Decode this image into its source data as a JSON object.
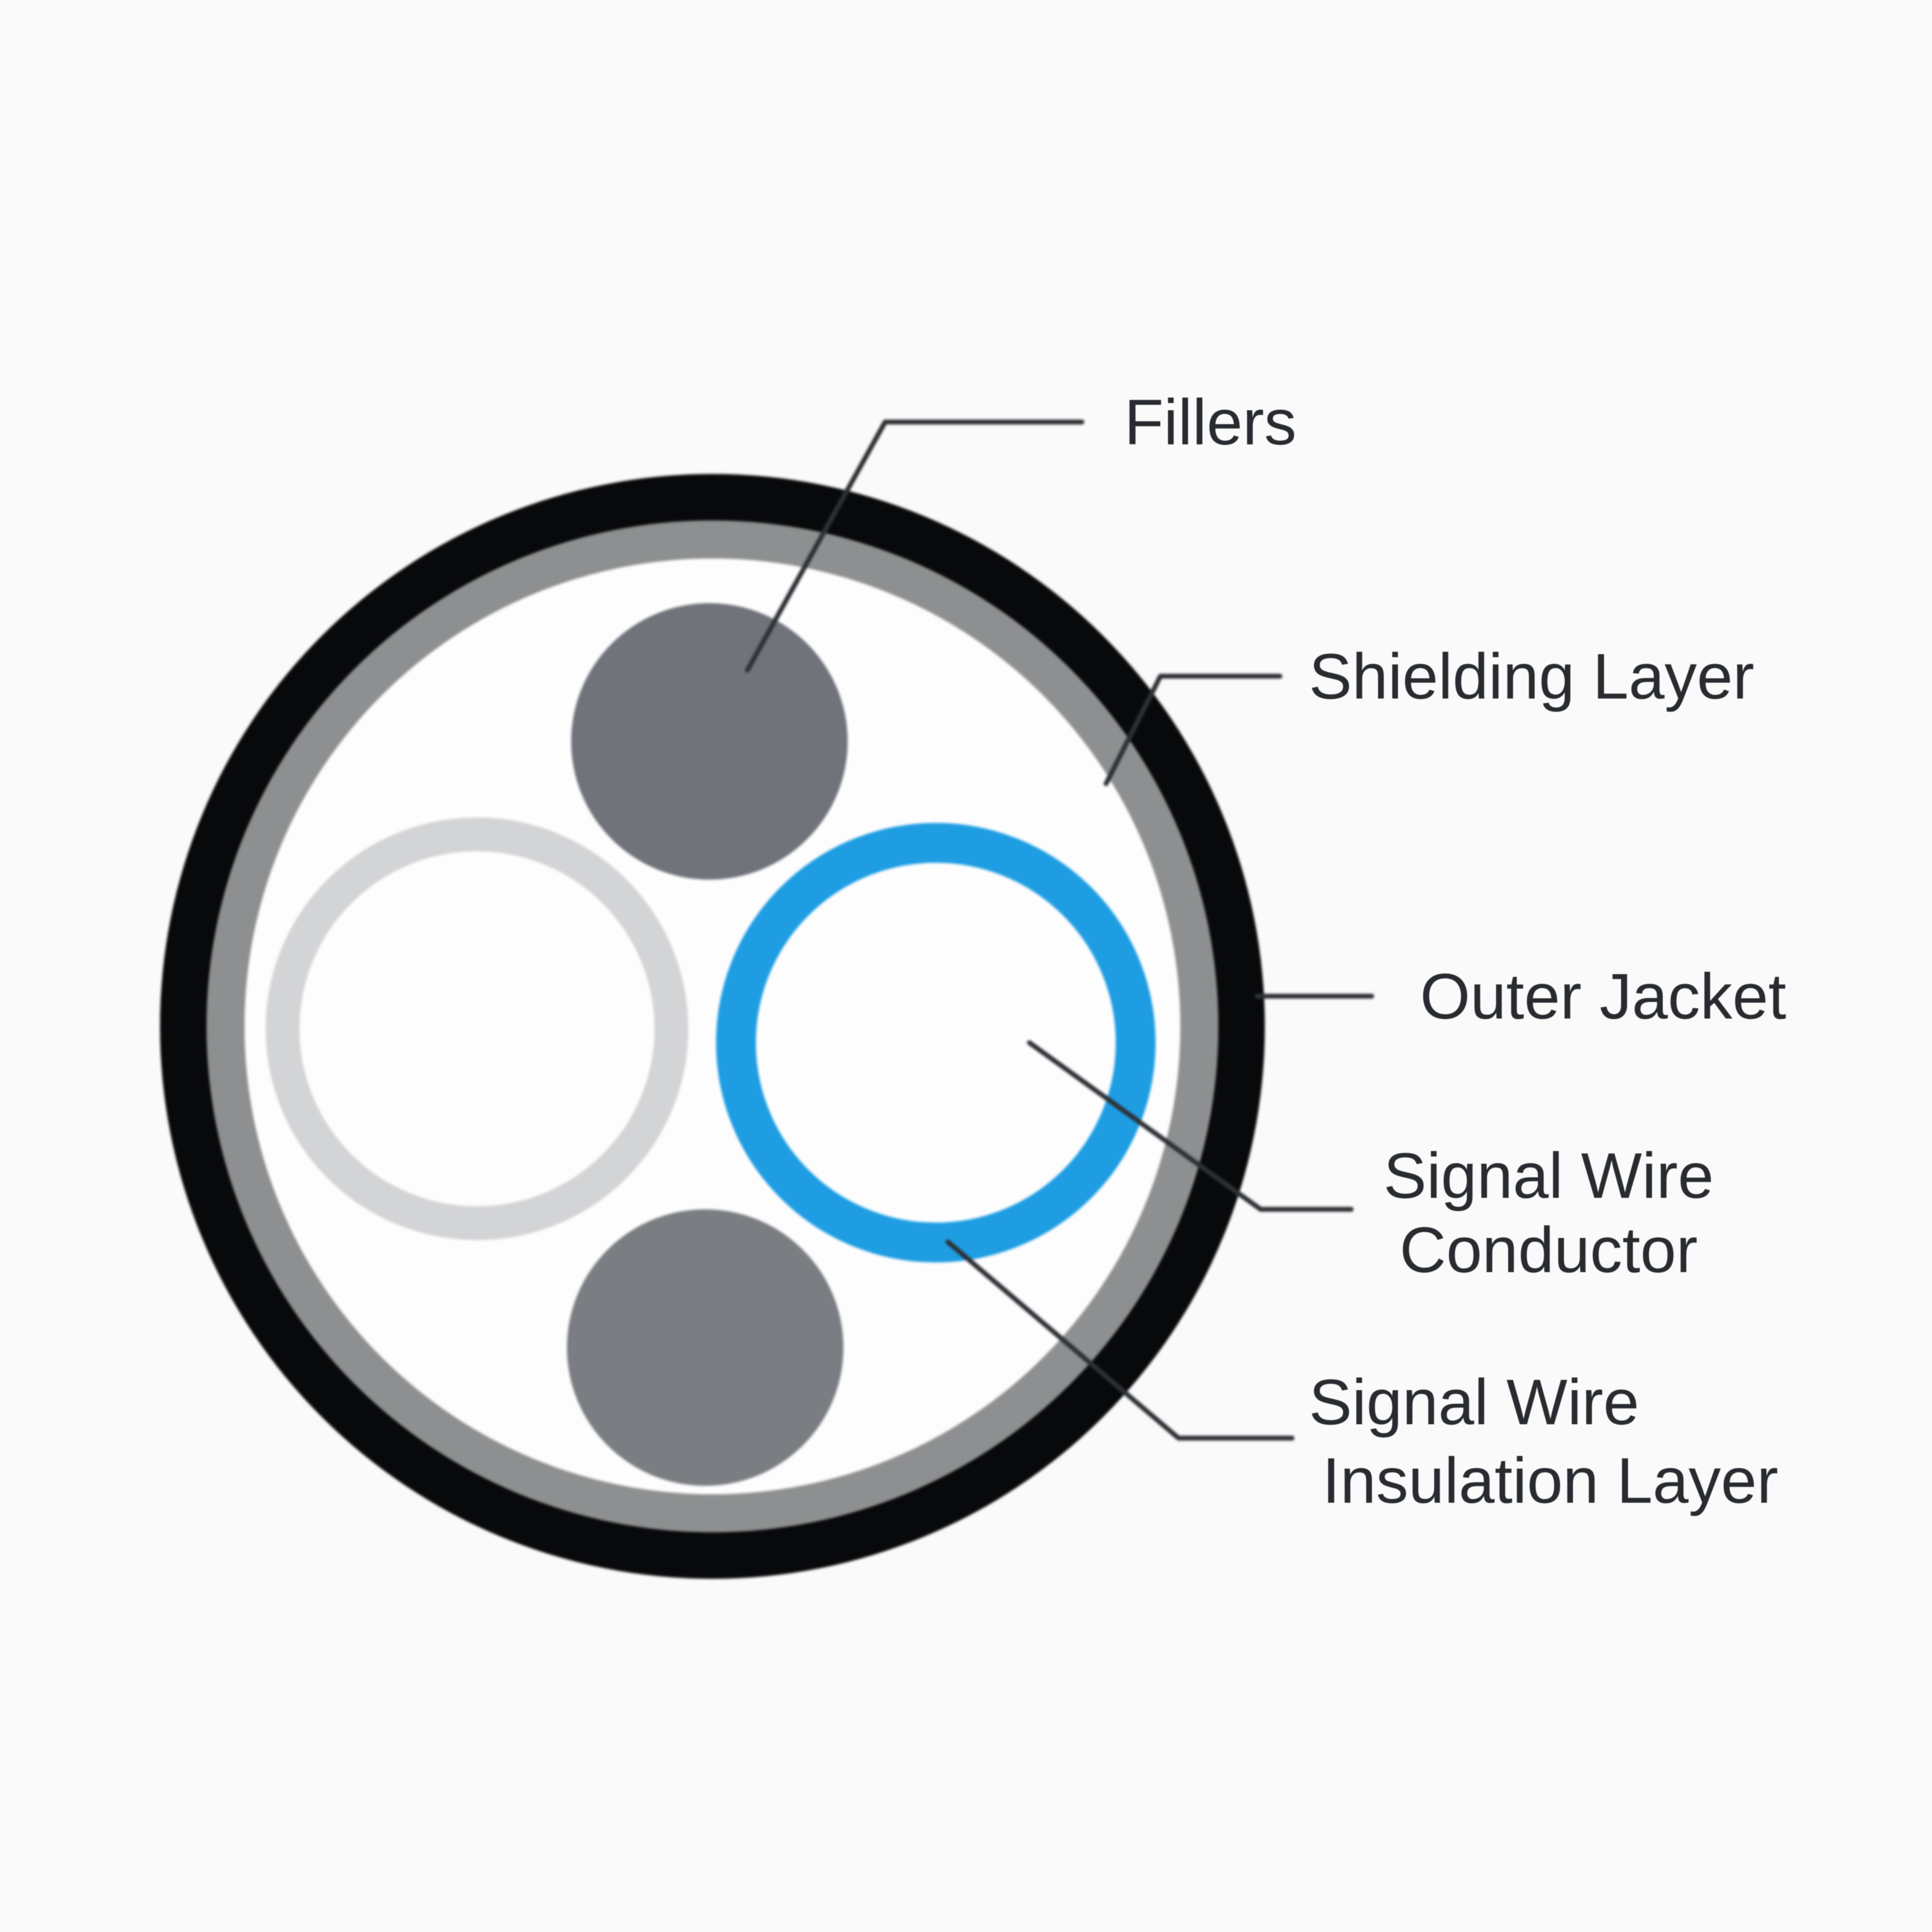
{
  "diagram": {
    "subject": "cable-cross-section",
    "labels": {
      "fillers": {
        "text": "Fillers"
      },
      "shielding": {
        "text": "Shielding Layer"
      },
      "outer_jacket": {
        "text": "Outer Jacket"
      },
      "conductor": {
        "line1": "Signal Wire",
        "line2": "Conductor"
      },
      "insulation": {
        "line1": "Signal Wire",
        "line2": "Insulation Layer"
      }
    },
    "colors": {
      "background": "#fafafa",
      "outer_jacket": "#08090b",
      "shielding_layer": "#8d8f90",
      "cable_interior": "#fdfdfe",
      "filler_top": "#70737a",
      "filler_bottom": "#7a7d81",
      "white_wire_insulation": "#d3d4d6",
      "blue_wire_insulation": "#1e9de2",
      "conductor_fill": "#fdfdfe",
      "leader_line": "#2d3034",
      "label_text": "#282b2f"
    }
  }
}
